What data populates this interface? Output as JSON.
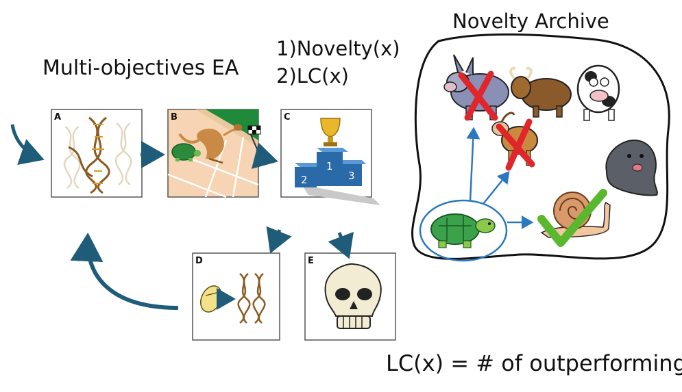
{
  "titles": {
    "ea": "Multi-objectives EA",
    "archive": "Novelty Archive"
  },
  "objectives": {
    "first": "1)Novelty(x)",
    "second": "2)LC(x)"
  },
  "formula": "LC(x) = # of outperforming",
  "panels": {
    "a": "A",
    "b": "B",
    "c": "C",
    "d": "D",
    "e": "E"
  },
  "podium": {
    "first": "1",
    "second": "2",
    "third": "3"
  },
  "colors": {
    "arrow_dark": "#1f5c7a",
    "archive_arrow": "#2a78c0",
    "cross": "#e0262a",
    "check": "#5ab82e",
    "podium": "#2a6aa8",
    "grass": "#1e8a3a",
    "track": "#f6d4b4"
  },
  "icons": [
    "dna-icon",
    "kangaroo-icon",
    "turtle-icon",
    "checkered-flag-icon",
    "trophy-icon",
    "podium-icon",
    "egg-icon",
    "skull-icon",
    "donkey-icon",
    "bull-icon",
    "cow-icon",
    "goat-icon",
    "seal-icon",
    "snail-icon",
    "cross-mark-icon",
    "check-mark-icon"
  ]
}
